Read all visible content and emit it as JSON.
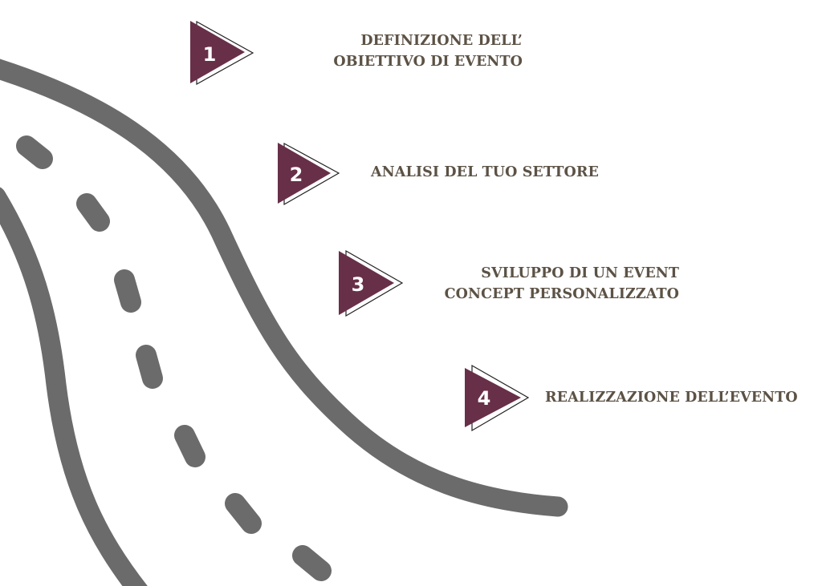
{
  "colors": {
    "road": "#6b6b6b",
    "marker_fill": "#682f48",
    "marker_outline": "#222222",
    "label_text": "#5c5245",
    "background": "#ffffff"
  },
  "steps": [
    {
      "number": "1",
      "lines": [
        "DEFINIZIONE DELL’",
        "OBIETTIVO DI EVENTO"
      ]
    },
    {
      "number": "2",
      "lines": [
        "ANALISI DEL TUO SETTORE"
      ]
    },
    {
      "number": "3",
      "lines": [
        "SVILUPPO DI UN EVENT",
        "CONCEPT PERSONALIZZATO"
      ]
    },
    {
      "number": "4",
      "lines": [
        "REALIZZAZIONE DELL’EVENTO"
      ]
    }
  ],
  "road_icon": "winding-road-icon",
  "marker_icon": "play-triangle-icon"
}
